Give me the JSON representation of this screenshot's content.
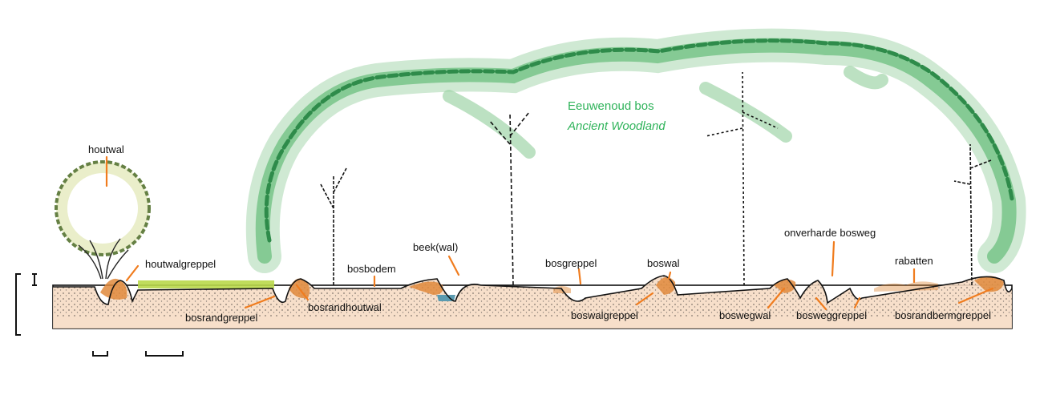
{
  "title": {
    "nl": "Eeuwenoud bos",
    "en": "Ancient Woodland"
  },
  "labels": {
    "houtwal": "houtwal",
    "houtwalgreppel": "houtwalgreppel",
    "bosrandgreppel": "bosrandgreppel",
    "bosrandhoutwal": "bosrandhoutwal",
    "bosbodem": "bosbodem",
    "beekwal": "beek(wal)",
    "bosgreppel": "bosgreppel",
    "boswal": "boswal",
    "boswalgreppel": "boswalgreppel",
    "onverharde_bosweg": "onverharde bosweg",
    "rabatten": "rabatten",
    "boswegwal": "boswegwal",
    "bosweggreppel": "bosweggreppel",
    "bosrandbermgreppel": "bosrandbermgreppel"
  },
  "colors": {
    "label_line": "#f07c1e",
    "title": "#2fb35a",
    "canopy_dark": "#2e8b4a",
    "canopy_light": "#9fd4a8",
    "soil": "#e08a3c",
    "grass": "#b9d84a",
    "water": "#5b9bb0"
  }
}
